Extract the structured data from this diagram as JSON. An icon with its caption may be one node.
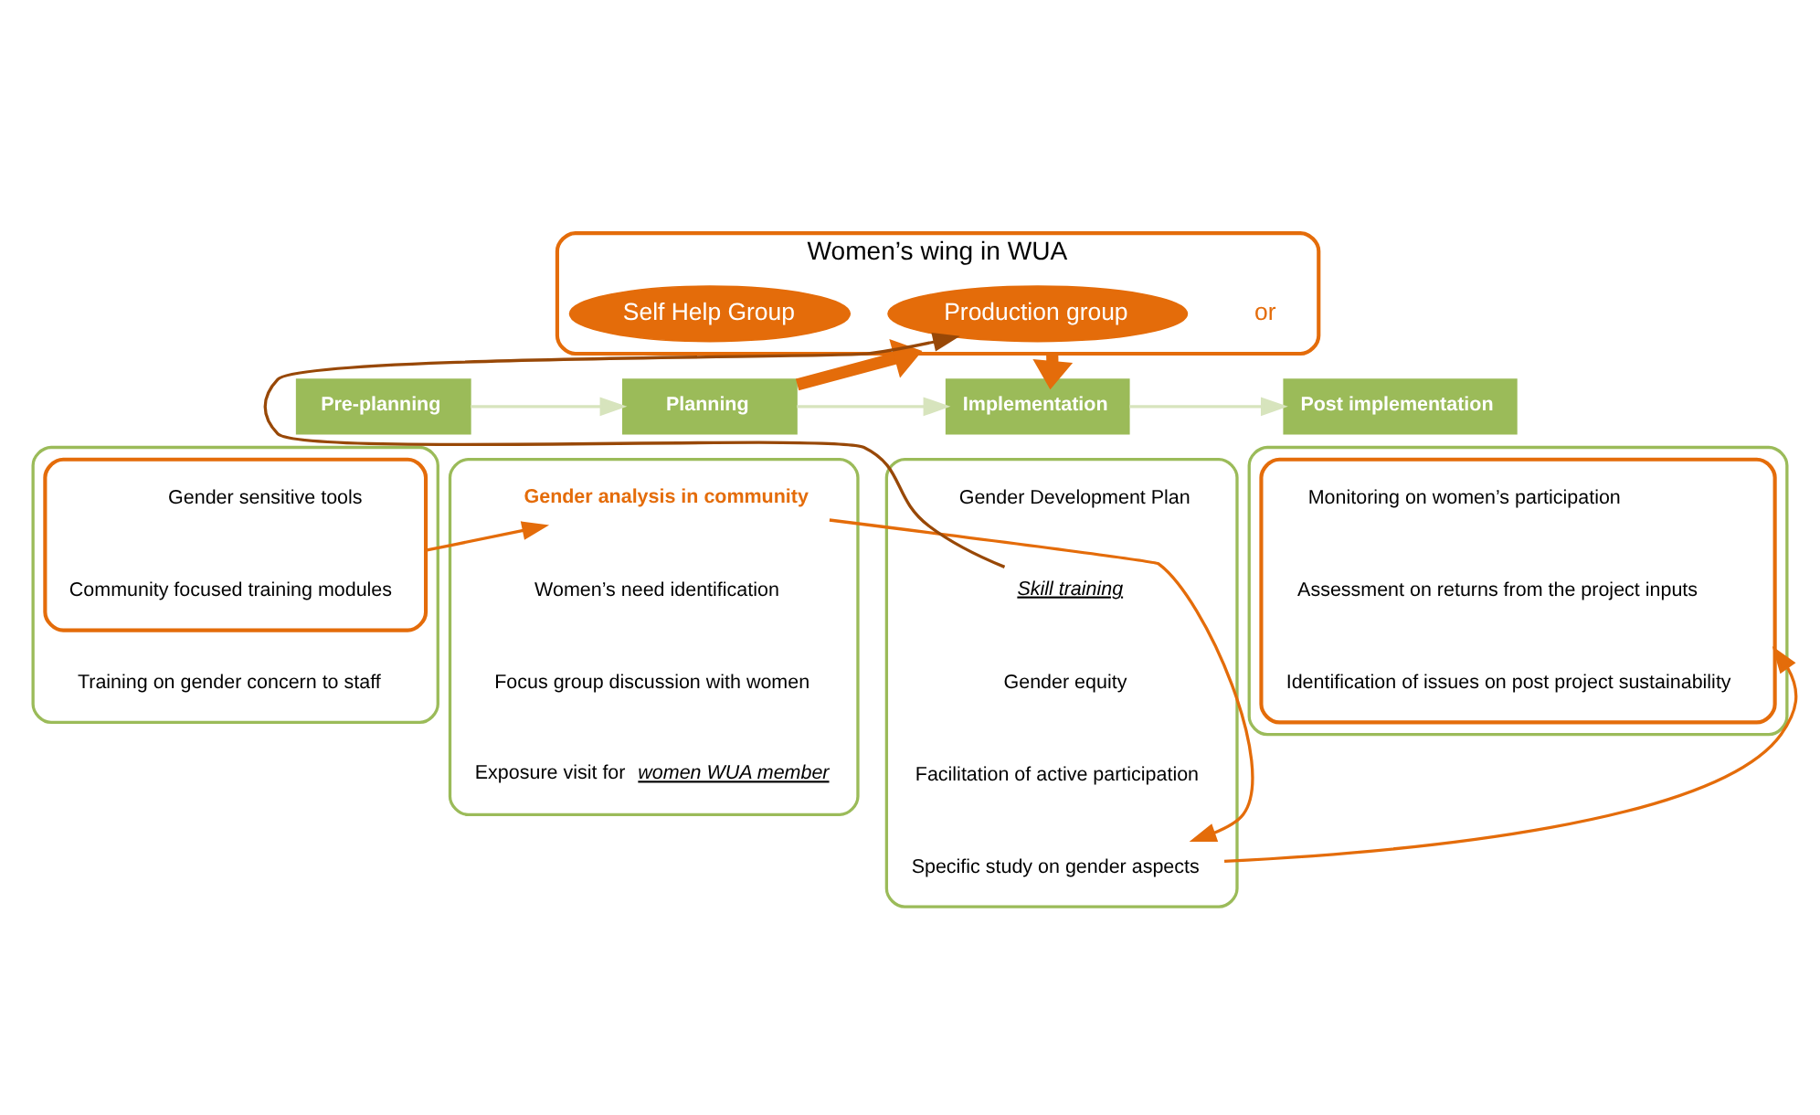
{
  "diagram": {
    "nodes": [
      {
        "text": [
          "Women’s wing in WUA"
        ]
      },
      {
        "text": [
          "Self Help Group"
        ],
        "in": 0
      },
      {
        "text": [
          "Production group"
        ],
        "in": 0
      },
      {
        "text": [
          "Pre-planning"
        ]
      },
      {
        "text": [],
        "shape": "box"
      },
      {
        "text": [],
        "shape": "ellipse",
        "in": 4
      },
      {
        "text": [
          "Gender sensitive tools"
        ],
        "in": 5
      },
      {
        "text": [
          "Community focused training modules"
        ],
        "in": 5
      },
      {
        "text": [
          "Training on gender concern to staff"
        ],
        "in": 4
      },
      {
        "text": [
          "Planning"
        ]
      },
      {
        "text": [],
        "shape": "box"
      },
      {
        "text": [
          "Gender analysis in community"
        ],
        "in": 10
      },
      {
        "text": [
          "Women’s need identification"
        ],
        "in": 10
      },
      {
        "text": [
          "Focus group discussion with women"
        ],
        "in": 10
      },
      {
        "text": [
          "Exposure visit for *women WUA member*"
        ],
        "in": 10
      },
      {
        "text": [
          "Implementation"
        ]
      },
      {
        "text": [],
        "shape": "box"
      },
      {
        "text": [
          "Gender Development Plan"
        ],
        "in": 16
      },
      {
        "text": [
          "*Skill training*"
        ],
        "in": 16
      },
      {
        "text": [
          "Gender equity"
        ],
        "in": 16
      },
      {
        "text": [
          "Facilitation of active participation"
        ],
        "in": 16
      },
      {
        "text": [
          "Specific study on gender aspects"
        ],
        "in": 16
      },
      {
        "text": [
          "Post implementation"
        ]
      },
      {
        "text": [],
        "shape": "box"
      },
      {
        "text": [],
        "shape": "ellipse",
        "in": 23
      },
      {
        "text": [
          "Monitoring on women’s participation"
        ],
        "in": 24
      },
      {
        "text": [
          "Assessment on returns from the project inputs"
        ],
        "in": 24
      },
      {
        "text": [
          "Identification of issues on post project sustainability"
        ],
        "in": 24
      }
    ],
    "edges": [
      {
        "from": 3,
        "to": 9,
        "arrow": "to",
        "color": "#d7e4bd"
      },
      {
        "from": 9,
        "to": 15,
        "arrow": "to",
        "color": "#d7e4bd"
      },
      {
        "from": 15,
        "to": 22,
        "arrow": "to",
        "color": "#d7e4bd"
      },
      {
        "from": 9,
        "to": 0,
        "arrow": "to",
        "style": "thick"
      },
      {
        "from": 0,
        "to": 15,
        "arrow": "to",
        "style": "thick"
      },
      {
        "from": 5,
        "to": 11,
        "arrow": "to"
      },
      {
        "from": 11,
        "to": 21,
        "arrow": "to"
      },
      {
        "from": 21,
        "to": 24,
        "arrow": "to"
      },
      {
        "from": 18,
        "to": 2,
        "arrow": "to",
        "color": "#984807"
      }
    ],
    "labels": [
      "or"
    ]
  }
}
